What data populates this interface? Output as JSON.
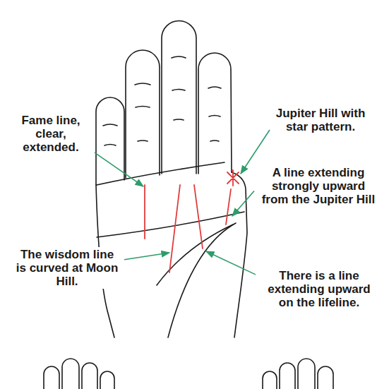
{
  "diagram": {
    "labels": [
      "Fame line, clear, extended.",
      "Jupiter Hill with star pattern.",
      "A line extending strongly upward from the Jupiter Hill",
      "The wisdom line is curved at Moon Hill.",
      "There is a line extending upward on the lifeline."
    ]
  }
}
